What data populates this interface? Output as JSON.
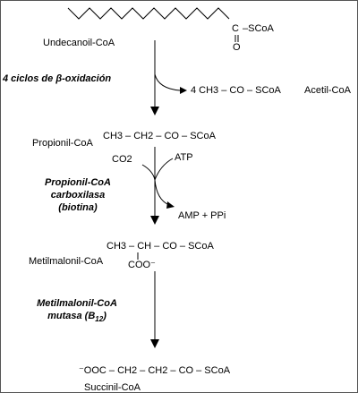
{
  "undecanoil": {
    "name": "Undecanoil-CoA",
    "co_c": "C",
    "co_o": "O",
    "co_tail": "–SCoA"
  },
  "beta_ox": {
    "label_prefix": "4 ciclos de ",
    "label_beta": "β",
    "label_suffix": "-oxidación",
    "product": "4 CH3 – CO – SCoA",
    "product_name": "Acetil-CoA"
  },
  "propionil": {
    "name": "Propionil-CoA",
    "formula": "CH3 – CH2 – CO – SCoA"
  },
  "carboxilasa": {
    "line1": "Propionil-CoA",
    "line2": "carboxilasa",
    "line3": "(biotina)",
    "co2": "CO2",
    "atp": "ATP",
    "out": "AMP + PPi"
  },
  "metilmalonil": {
    "name": "Metilmalonil-CoA",
    "formula": "CH3 – CH – CO – SCoA",
    "coo": "COO⁻"
  },
  "mutasa": {
    "line1": "Metilmalonil-CoA",
    "line2": "mutasa (B",
    "line2_sub": "12",
    "line2_end": ")"
  },
  "succinil": {
    "formula": "⁻OOC – CH2 – CH2 – CO – SCoA",
    "name": "Succinil-CoA"
  }
}
